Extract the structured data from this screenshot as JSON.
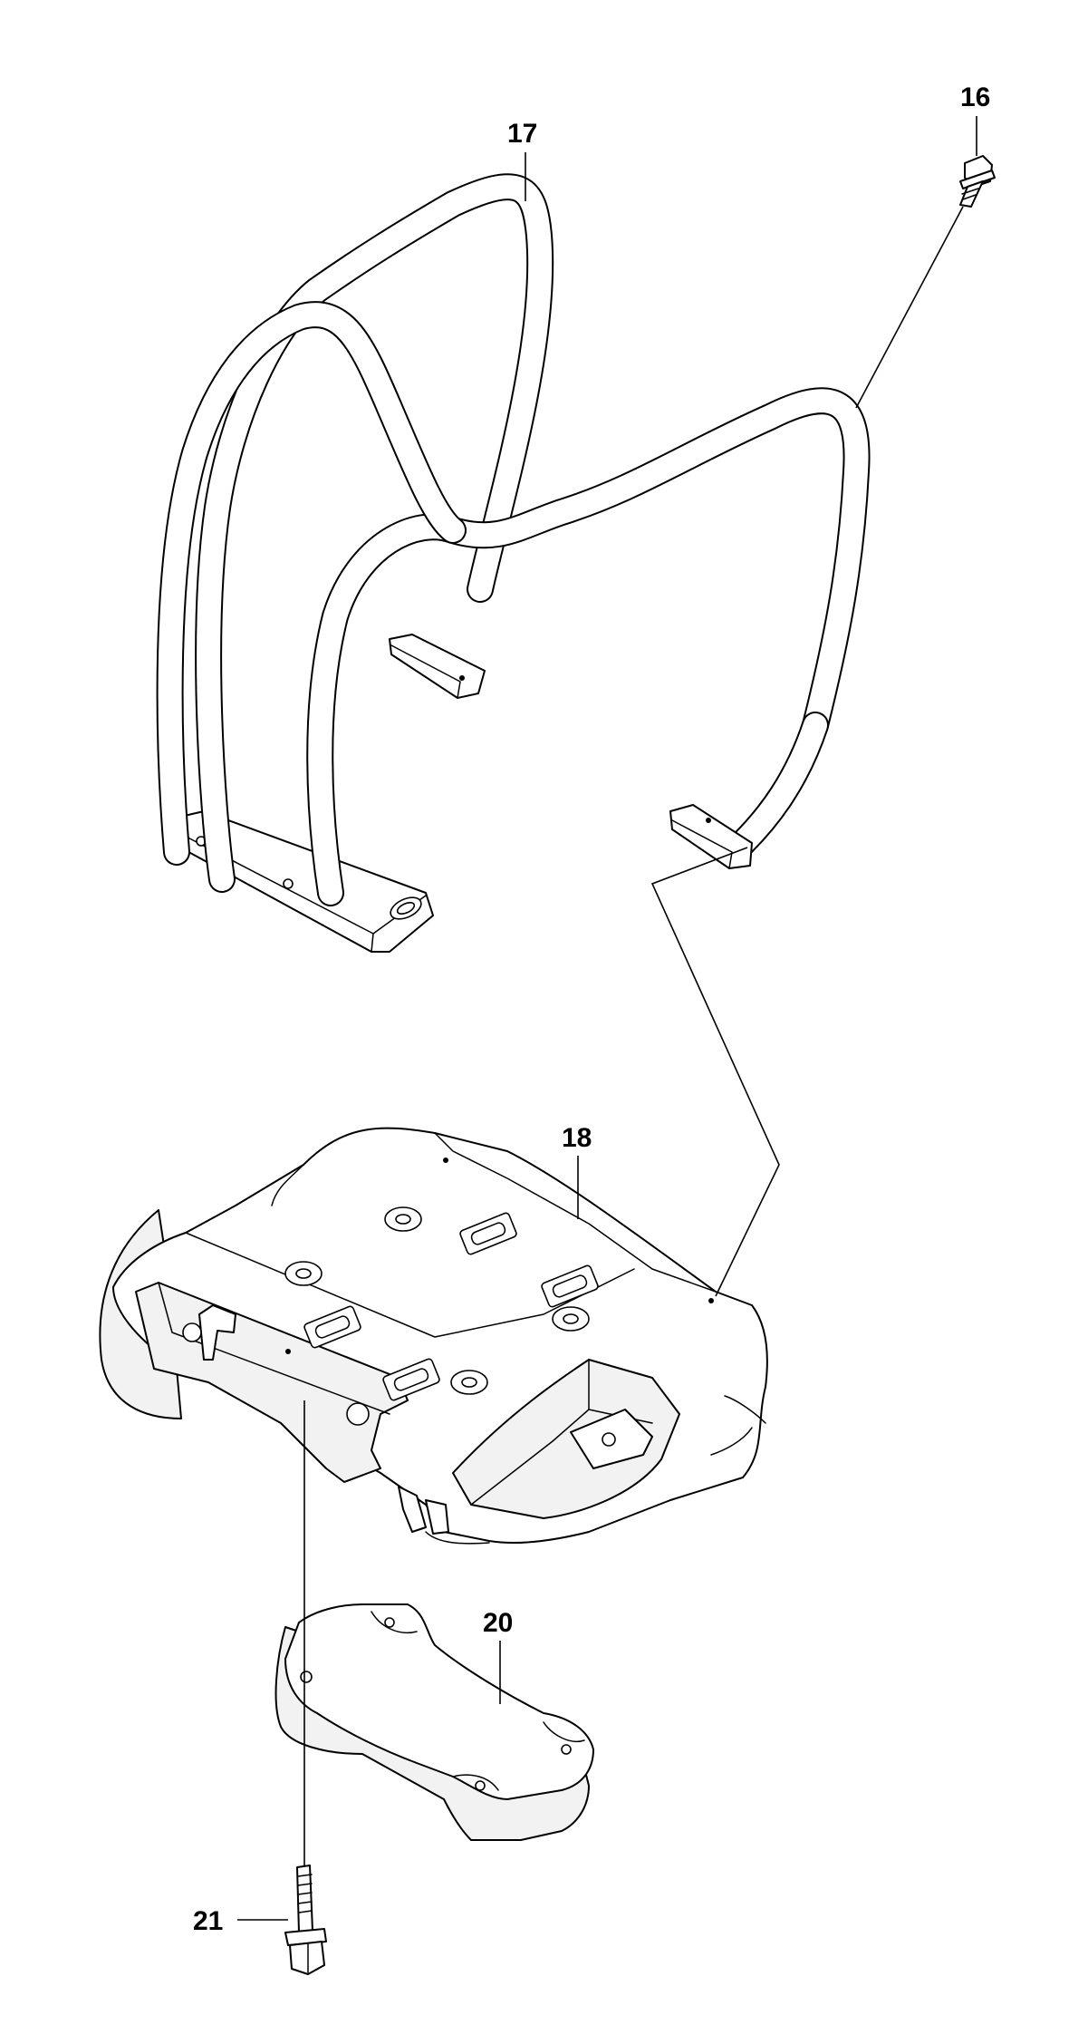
{
  "callouts": {
    "part_16": "16",
    "part_17": "17",
    "part_18": "18",
    "part_20": "20",
    "part_21": "21"
  }
}
